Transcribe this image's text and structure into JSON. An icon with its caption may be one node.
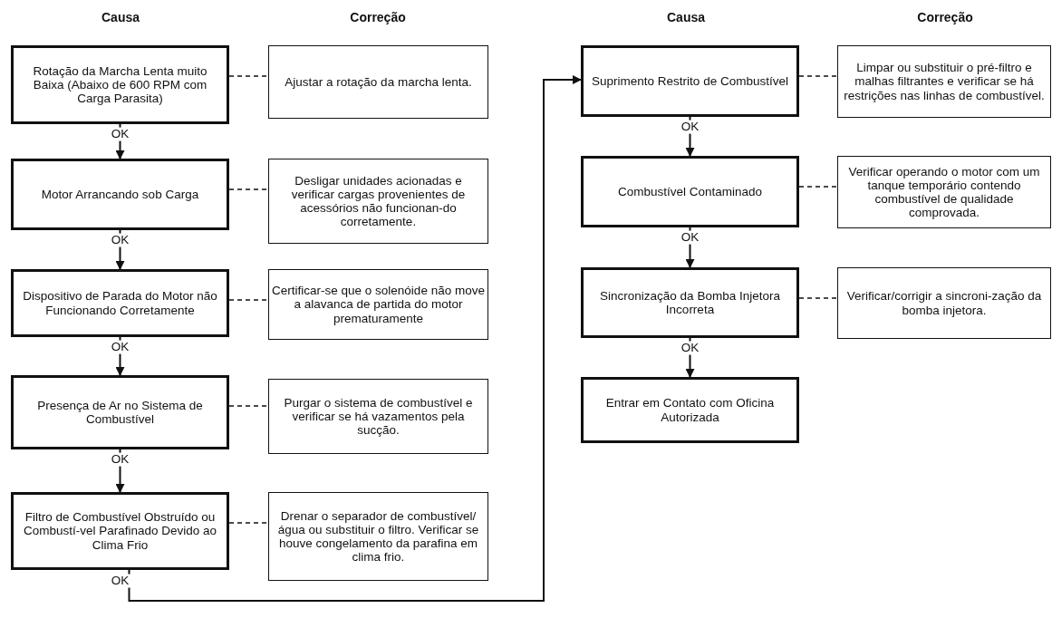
{
  "diagram": {
    "nodes": [
      {
        "text": [
          "Rotação da Marcha Lenta muito Baixa (Abaixo de 600 RPM com Carga Parasita)"
        ]
      },
      {
        "text": [
          "Ajustar a rotação da marcha lenta."
        ]
      },
      {
        "text": [
          "Motor Arrancando sob Carga"
        ]
      },
      {
        "text": [
          "Desligar unidades acionadas e verificar cargas provenientes de acessórios não funcionan-do corretamente."
        ]
      },
      {
        "text": [
          "Dispositivo de Parada do Motor não Funcionando Corretamente"
        ]
      },
      {
        "text": [
          "Certificar-se que o solenóide não move a alavanca de partida do motor prematuramente"
        ]
      },
      {
        "text": [
          "Presença de Ar no Sistema de Combustível"
        ]
      },
      {
        "text": [
          "Purgar o sistema de combustível e verificar se há vazamentos pela sucção."
        ]
      },
      {
        "text": [
          "Filtro de Combustível Obstruído ou Combustí-vel Parafinado Devido ao Clima Frio"
        ]
      },
      {
        "text": [
          "Drenar o separador de combustível/água ou substituir o filtro. Verificar se houve congelamento da parafina em clima frio."
        ]
      },
      {
        "text": [
          "Suprimento Restrito de Combustível"
        ]
      },
      {
        "text": [
          "Limpar ou substituir o pré-filtro e malhas filtrantes e verificar se há restrições nas linhas de combustível."
        ]
      },
      {
        "text": [
          "Combustível Contaminado"
        ]
      },
      {
        "text": [
          "Verificar operando o motor com um tanque temporário contendo combustível de qualidade comprovada."
        ]
      },
      {
        "text": [
          "Sincronização da Bomba Injetora Incorreta"
        ]
      },
      {
        "text": [
          "Verificar/corrigir a sincroni-zação da bomba injetora."
        ]
      },
      {
        "text": [
          "Entrar em Contato com Oficina Autorizada"
        ]
      }
    ],
    "edges": [
      {
        "from": 0,
        "to": 1,
        "arrow": "none",
        "style": "dashed"
      },
      {
        "from": 0,
        "to": 2,
        "arrow": "to",
        "label": "OK"
      },
      {
        "from": 2,
        "to": 3,
        "arrow": "none",
        "style": "dashed"
      },
      {
        "from": 2,
        "to": 4,
        "arrow": "to",
        "label": "OK"
      },
      {
        "from": 4,
        "to": 5,
        "arrow": "none",
        "style": "dashed"
      },
      {
        "from": 4,
        "to": 6,
        "arrow": "to",
        "label": "OK"
      },
      {
        "from": 6,
        "to": 7,
        "arrow": "none",
        "style": "dashed"
      },
      {
        "from": 6,
        "to": 8,
        "arrow": "to",
        "label": "OK"
      },
      {
        "from": 8,
        "to": 9,
        "arrow": "none",
        "style": "dashed"
      },
      {
        "from": 8,
        "to": 10,
        "arrow": "to",
        "label": "OK"
      },
      {
        "from": 10,
        "to": 11,
        "arrow": "none",
        "style": "dashed"
      },
      {
        "from": 10,
        "to": 12,
        "arrow": "to",
        "label": "OK"
      },
      {
        "from": 12,
        "to": 13,
        "arrow": "none",
        "style": "dashed"
      },
      {
        "from": 12,
        "to": 14,
        "arrow": "to",
        "label": "OK"
      },
      {
        "from": 14,
        "to": 15,
        "arrow": "none",
        "style": "dashed"
      },
      {
        "from": 14,
        "to": 16,
        "arrow": "to",
        "label": "OK"
      }
    ],
    "labels": [
      "Causa",
      "Correção",
      "Causa",
      "Correção"
    ]
  }
}
